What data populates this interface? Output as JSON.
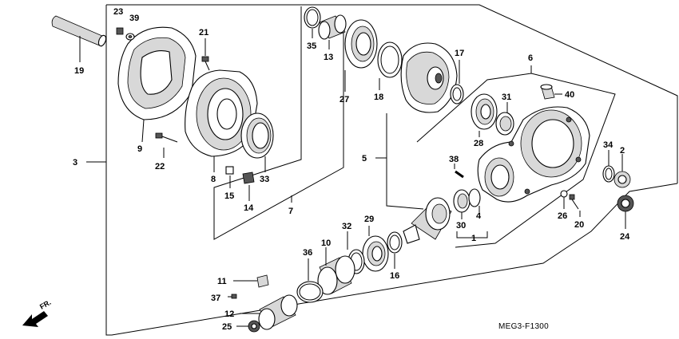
{
  "diagram": {
    "code": "MEG3-F1300",
    "direction": "FR.",
    "callouts": {
      "c1": "1",
      "c2": "2",
      "c3": "3",
      "c4": "4",
      "c5": "5",
      "c6": "6",
      "c7": "7",
      "c8": "8",
      "c9": "9",
      "c10": "10",
      "c11": "11",
      "c12": "12",
      "c13": "13",
      "c14": "14",
      "c15": "15",
      "c16": "16",
      "c17": "17",
      "c18": "18",
      "c19": "19",
      "c20": "20",
      "c21": "21",
      "c22": "22",
      "c23": "23",
      "c24": "24",
      "c25": "25",
      "c26": "26",
      "c27": "27",
      "c28": "28",
      "c29": "29",
      "c30": "30",
      "c31": "31",
      "c32": "32",
      "c33": "33",
      "c34": "34",
      "c35": "35",
      "c36": "36",
      "c37": "37",
      "c38": "38",
      "c39": "39",
      "c40": "40"
    }
  }
}
